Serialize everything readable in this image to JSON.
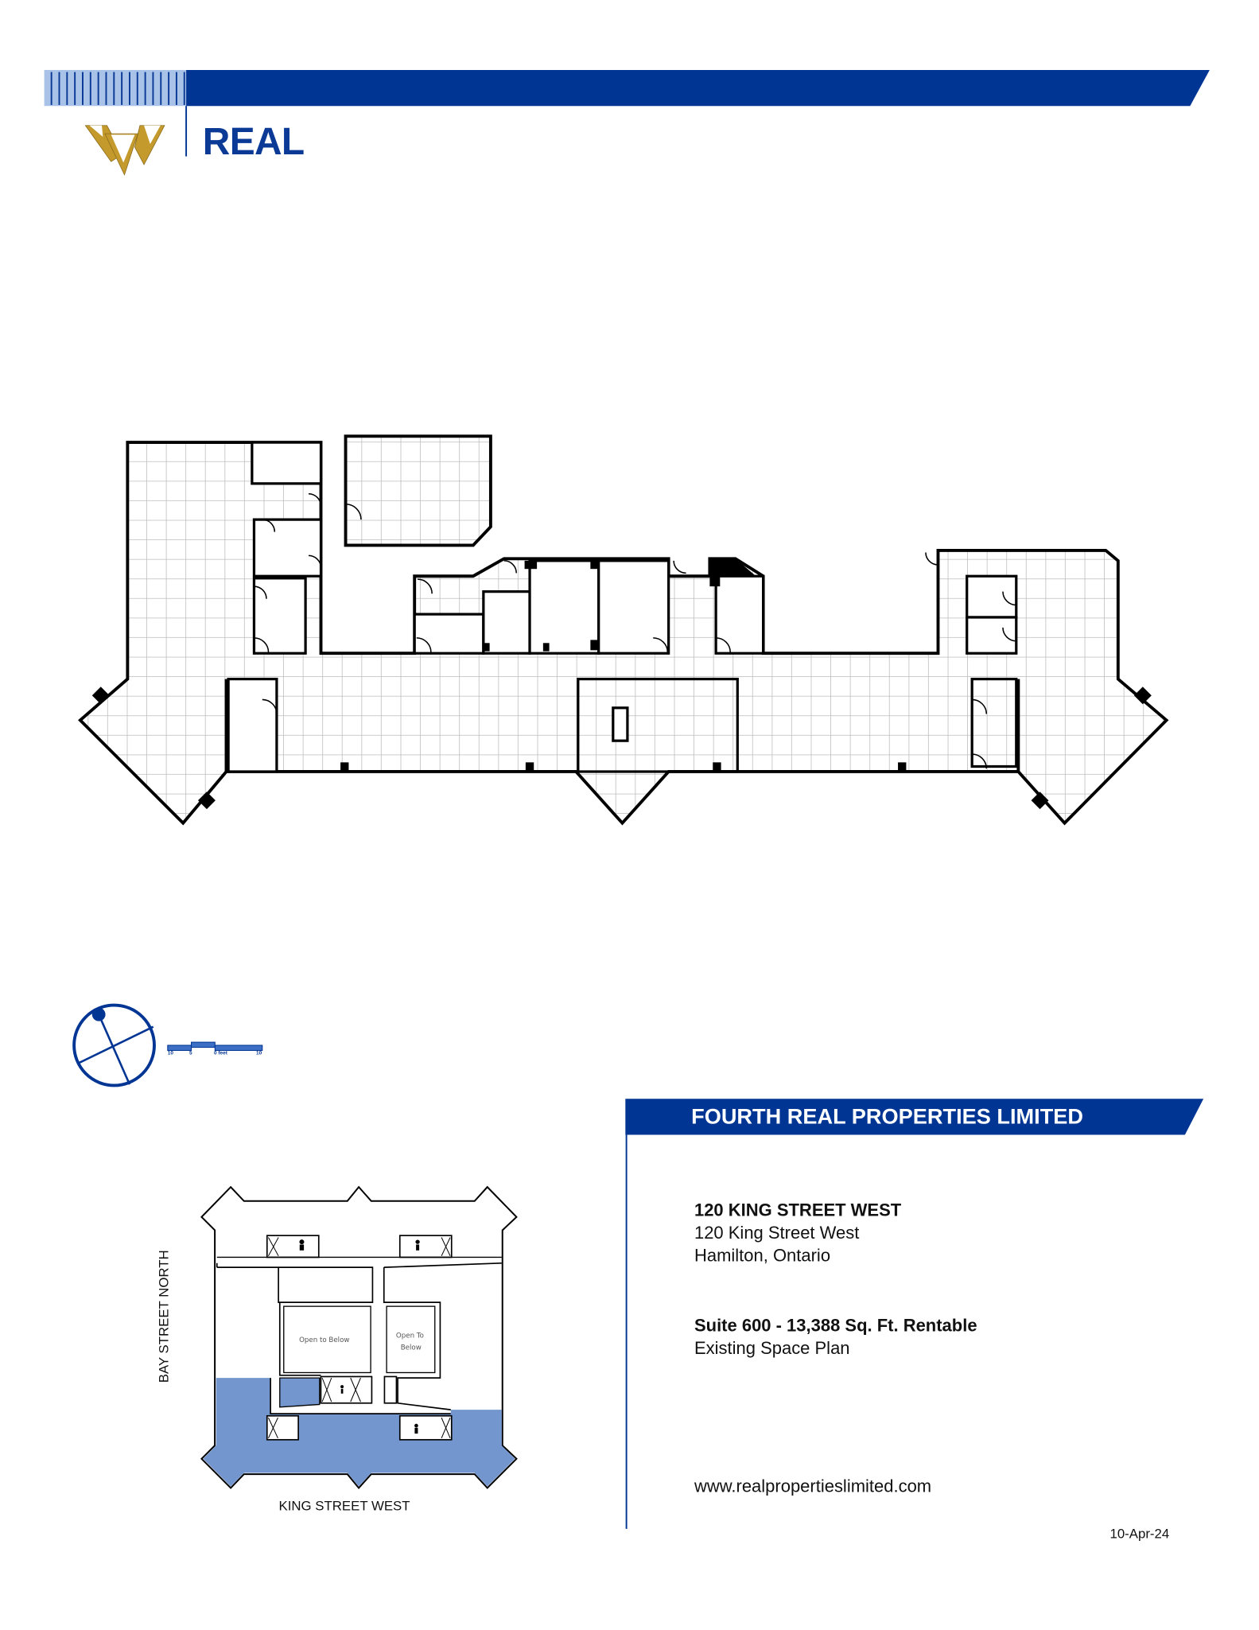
{
  "header": {
    "brand_name": "REAL",
    "logo_icon": "gold-triangles-logo",
    "colors": {
      "brand_blue": "#003594",
      "stripe_blue": "#a9c2e8",
      "logo_gold": "#c49a2c"
    }
  },
  "floor_plan": {
    "north_arrow_icon": "north-compass-icon",
    "scale_labels": [
      "10",
      "5",
      "0 feet",
      "10"
    ]
  },
  "key_plan": {
    "open_left": "Open to Below",
    "open_right_line1": "Open To",
    "open_right_line2": "Below",
    "street_side": "BAY STREET NORTH",
    "street_bottom": "KING STREET WEST",
    "highlight_color": "#7396cf"
  },
  "info": {
    "company": "FOURTH REAL PROPERTIES LIMITED",
    "building_name": "120 KING STREET WEST",
    "address_line1": "120 King Street West",
    "address_line2": "Hamilton, Ontario",
    "suite": "Suite 600 - 13,388 Sq. Ft. Rentable",
    "plan_type": "Existing Space Plan",
    "website": "www.realpropertieslimited.com",
    "date": "10-Apr-24"
  }
}
